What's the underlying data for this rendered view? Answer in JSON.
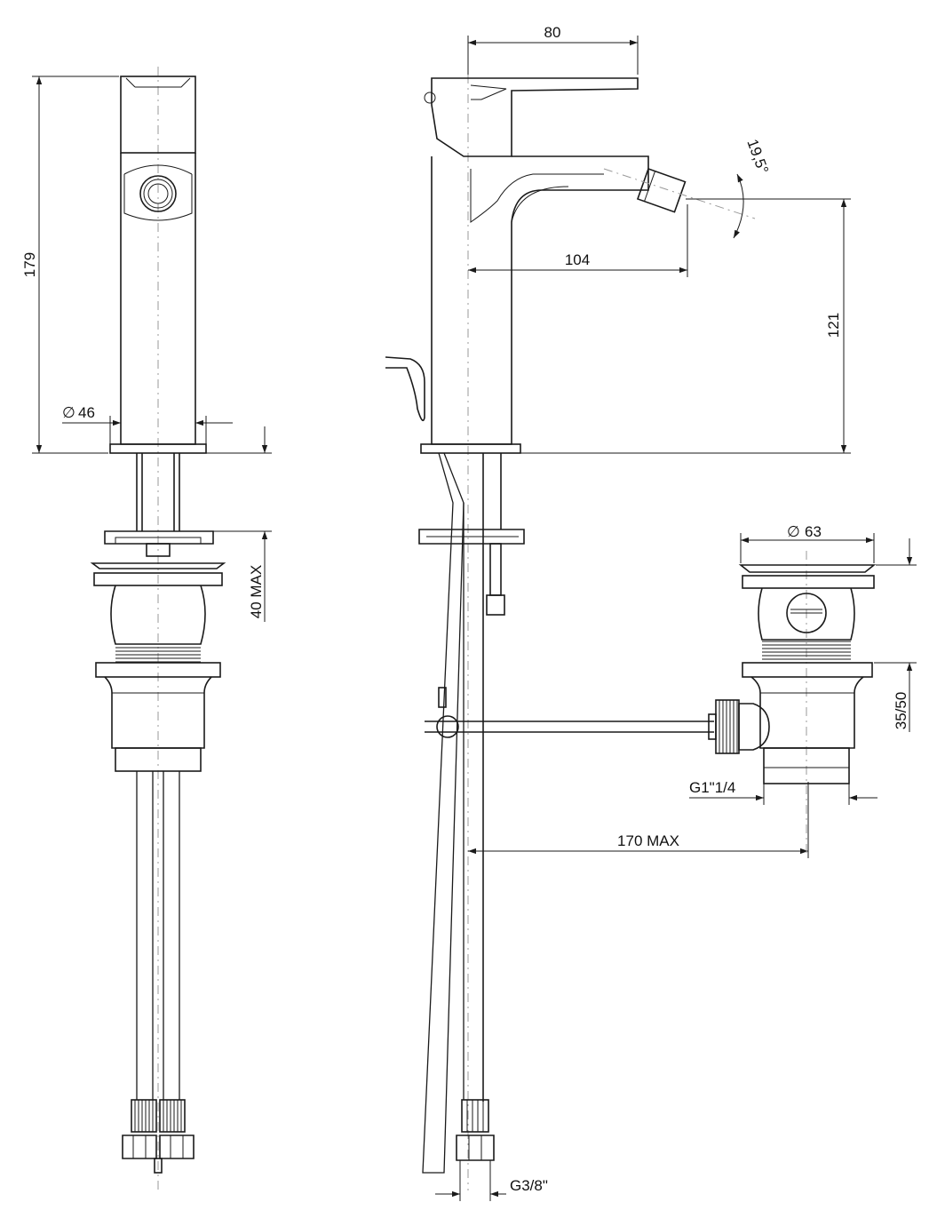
{
  "dimensions": {
    "overall_height": "179",
    "base_diameter": "46",
    "thickness_max": "40 MAX",
    "handle_length": "80",
    "spout_angle": "19,5°",
    "spout_reach": "104",
    "spout_height": "121",
    "waste_diameter": "63",
    "waste_height_range": "35/50",
    "waste_thread": "G1\"1/4",
    "rod_length_max": "170 MAX",
    "hose_connection": "G3/8\""
  },
  "symbols": {
    "diameter_glyph": "∅"
  }
}
